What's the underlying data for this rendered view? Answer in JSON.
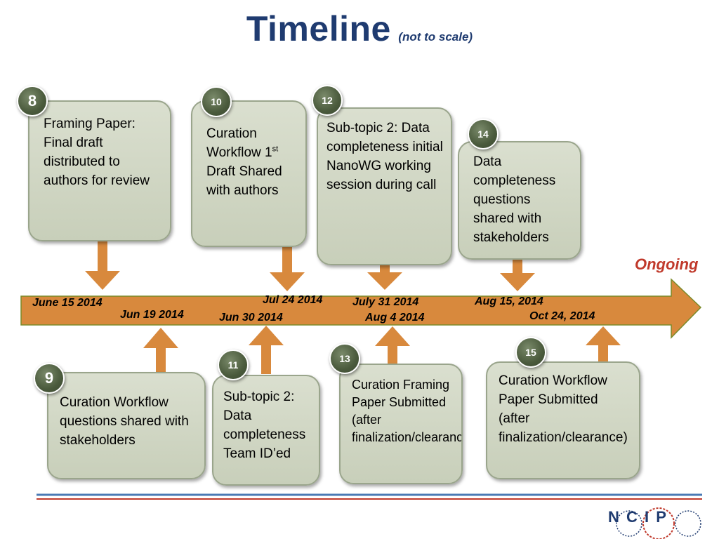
{
  "title": {
    "main": "Timeline",
    "sub": "(not to scale)"
  },
  "ongoing": "Ongoing",
  "events": [
    {
      "id": "e8",
      "num": "8",
      "text": "Framing Paper: Final draft distributed to authors for review"
    },
    {
      "id": "e9",
      "num": "9",
      "text": "Curation Workflow questions shared with stakeholders"
    },
    {
      "id": "e10",
      "num": "10",
      "text_a": "Curation Workflow 1",
      "text_sup": "st",
      "text_b": " Draft Shared with authors"
    },
    {
      "id": "e11",
      "num": "11",
      "text": "Sub-topic 2: Data completeness Team ID’ed"
    },
    {
      "id": "e12",
      "num": "12",
      "text": "Sub-topic 2: Data completeness initial NanoWG working session during call"
    },
    {
      "id": "e13",
      "num": "13",
      "text": "Curation Framing Paper Submitted (after finalization/clearance)"
    },
    {
      "id": "e14",
      "num": "14",
      "text": "Data completeness questions shared with stakeholders"
    },
    {
      "id": "e15",
      "num": "15",
      "text": "Curation Workflow Paper Submitted (after finalization/clearance)"
    }
  ],
  "dates": {
    "d1": "June 15 2014",
    "d2": "Jun 19 2014",
    "d3": "Jul 24 2014",
    "d4": "Jun 30 2014",
    "d5": "July 31 2014",
    "d6": "Aug 4 2014",
    "d7": "Aug 15, 2014",
    "d8": "Oct 24, 2014"
  },
  "logo": {
    "letters": "N C I P"
  },
  "colors": {
    "title": "#1f3b70",
    "arrow": "#d8893d",
    "ongoing": "#c0392b",
    "card": "#d2d8c4",
    "badge": "#4a5a3c",
    "rule_top": "#4a7ab5",
    "rule_bottom": "#c0392b"
  }
}
